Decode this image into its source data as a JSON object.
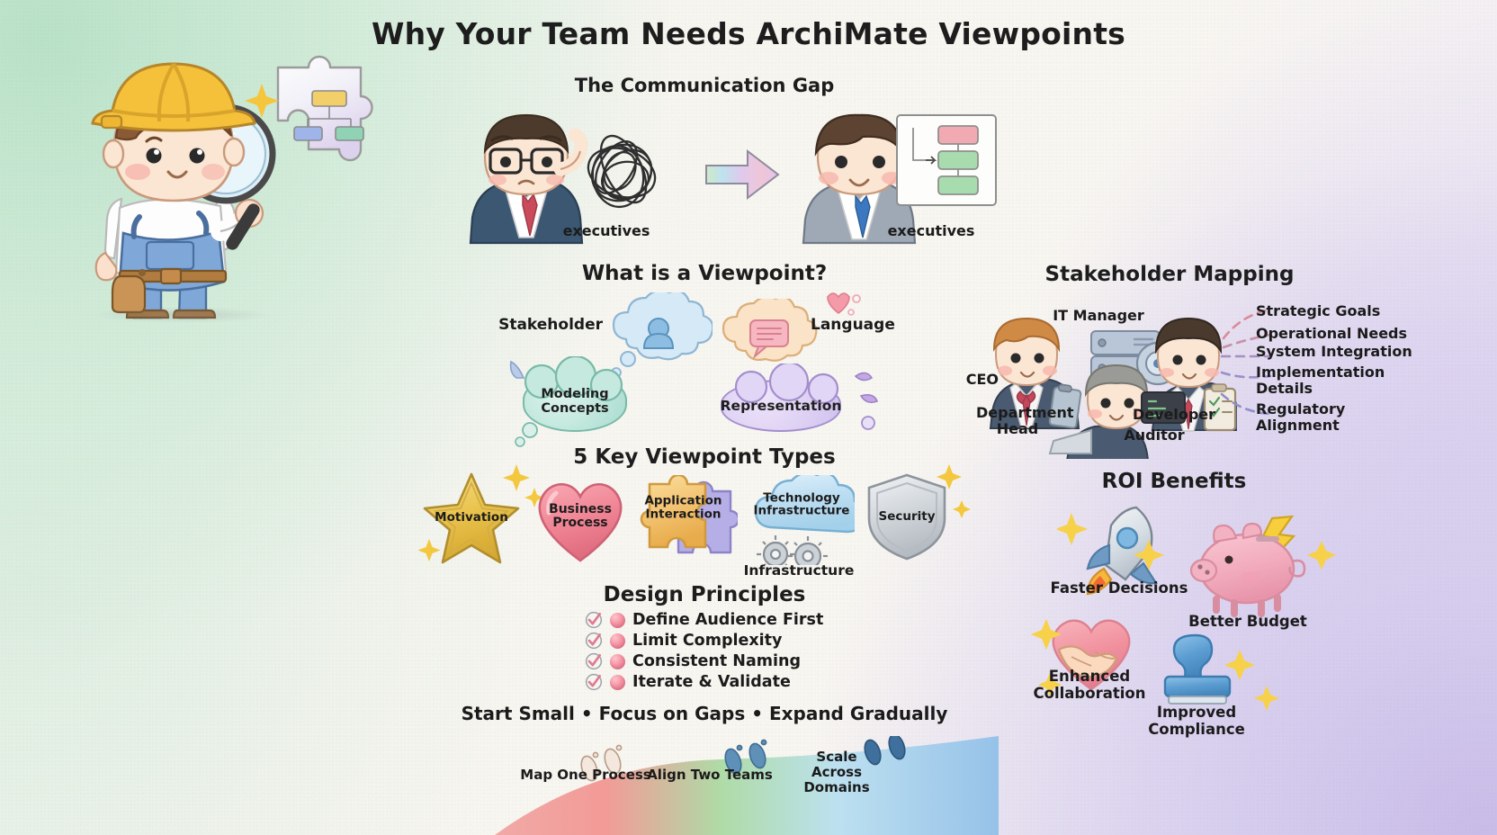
{
  "page": {
    "title": "Why Your Team Needs ArchiMate Viewpoints",
    "background_start": "#e8f4e9",
    "background_end": "#ece6f6"
  },
  "mascot": {
    "name": "engineer-mascot-with-magnifier",
    "helmet_color": "#f5c13a",
    "overalls_color": "#7fa8d8",
    "puzzle_label": "architecture-puzzle-piece"
  },
  "communication_gap": {
    "title": "The Communication Gap",
    "left": {
      "icon": "confused-executive",
      "label": "executives"
    },
    "middle_icon": "tangled-scribble",
    "arrow_icon": "rainbow-arrow",
    "right": {
      "icon": "happy-executive",
      "label": "executives",
      "diagram_icon": "clear-flow-diagram"
    }
  },
  "viewpoint": {
    "title": "What is a Viewpoint?",
    "items": [
      {
        "label": "Stakeholder",
        "icon": "person-icon",
        "color": "#bcd9ef"
      },
      {
        "label": "Language",
        "icon": "speech-bubble-icon",
        "color": "#f7ddbf"
      },
      {
        "label": "Modeling Concepts",
        "icon": "modeling-cloud",
        "color": "#bde5dc"
      },
      {
        "label": "Representation",
        "icon": "representation-cloud",
        "color": "#d9c9ee"
      }
    ]
  },
  "viewpoint_types": {
    "title": "5 Key Viewpoint Types",
    "sub_label": "Infrastructure",
    "items": [
      {
        "label": "Motivation",
        "icon": "star-icon",
        "color": "#edc44e"
      },
      {
        "label": "Business Process",
        "icon": "heart-icon",
        "color": "#ef8494"
      },
      {
        "label": "Application Interaction",
        "icon": "puzzle-icon",
        "color": "#f2c173"
      },
      {
        "label": "Technology Infrastructure",
        "icon": "cloud-gears-icon",
        "color": "#a9d4ec"
      },
      {
        "label": "Security",
        "icon": "shield-icon",
        "color": "#c4c9cf"
      }
    ]
  },
  "design_principles": {
    "title": "Design Principles",
    "items": [
      "Define Audience First",
      "Limit Complexity",
      "Consistent Naming",
      "Iterate & Validate"
    ],
    "tagline": "Start Small • Focus on Gaps • Expand Gradually"
  },
  "journey": {
    "steps": [
      {
        "label": "Map One Process",
        "footprint": "light-footprints"
      },
      {
        "label": "Align Two Teams",
        "footprint": "blue-footprints"
      },
      {
        "label": "Scale Across Domains",
        "footprint": "dark-footprints"
      }
    ]
  },
  "stakeholder_mapping": {
    "title": "Stakeholder Mapping",
    "roles": [
      {
        "label": "CEO",
        "icon": "ceo-avatar"
      },
      {
        "label": "Department Head",
        "icon": "department-head-avatar"
      },
      {
        "label": "IT Manager",
        "icon": "server-icon"
      },
      {
        "label": "Auditor",
        "icon": "auditor-avatar"
      },
      {
        "label": "Developer",
        "icon": "developer-avatar"
      }
    ],
    "concerns": [
      {
        "label": "Strategic Goals",
        "color": "#d98b9a"
      },
      {
        "label": "Operational Needs",
        "color": "#c98fa8"
      },
      {
        "label": "System Integration",
        "color": "#a98fc0"
      },
      {
        "label": "Implementation Details",
        "color": "#9a8fc8"
      },
      {
        "label": "Regulatory Alignment",
        "color": "#8f8fcc"
      }
    ]
  },
  "roi_benefits": {
    "title": "ROI Benefits",
    "items": [
      {
        "label": "Faster Decisions",
        "icon": "rocket-icon"
      },
      {
        "label": "Better Budget",
        "icon": "piggy-bank-icon"
      },
      {
        "label": "Enhanced Collaboration",
        "icon": "handshake-heart-icon"
      },
      {
        "label": "Improved Compliance",
        "icon": "stamp-icon"
      }
    ]
  }
}
